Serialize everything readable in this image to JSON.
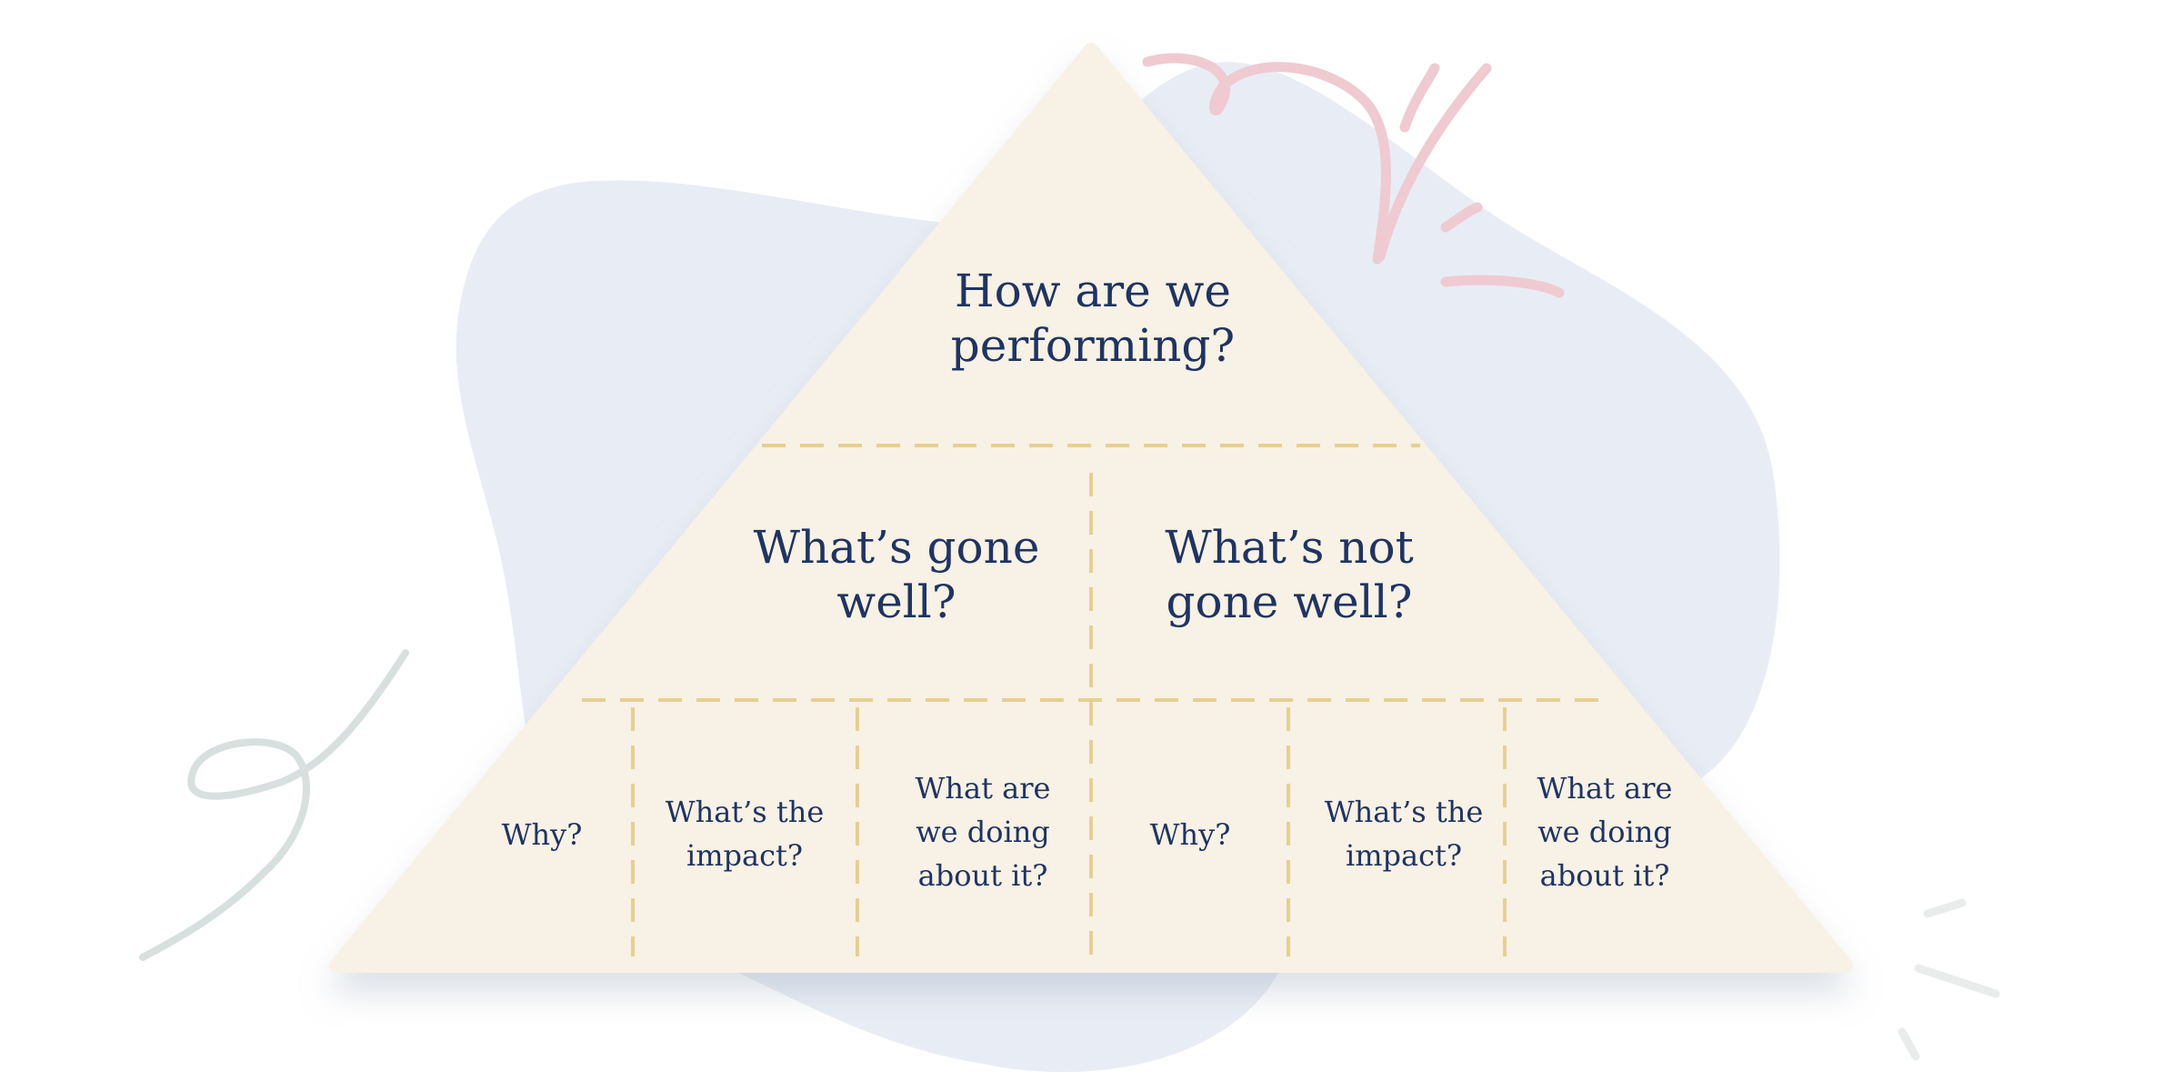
{
  "pyramid": {
    "top": "How are we\nperforming?",
    "middle_left": "What’s gone\nwell?",
    "middle_right": "What’s not\ngone well?",
    "bottom": [
      "Why?",
      "What’s the\nimpact?",
      "What are\nwe doing\nabout it?",
      "Why?",
      "What’s the\nimpact?",
      "What are\nwe doing\nabout it?"
    ]
  },
  "colors": {
    "pyramid_fill": "#f8f1e5",
    "divider": "#e6cf91",
    "text": "#1f3461",
    "blob": "#e8edf5",
    "pink_squiggle": "#efcad1",
    "grey_squiggle": "#d7e0de"
  }
}
